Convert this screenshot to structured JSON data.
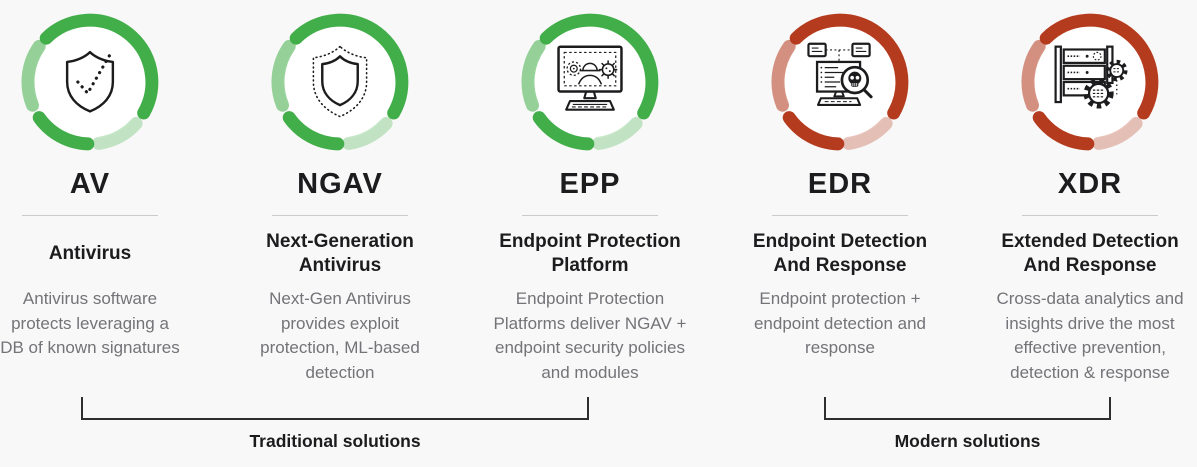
{
  "colors": {
    "background": "#f8f8f8",
    "accent_green": "#42ae49",
    "accent_red": "#b53b1e",
    "title_text": "#1c1c1e",
    "description_text": "#737378",
    "divider": "#cccccc",
    "bracket": "#2e2e2e"
  },
  "columns": [
    {
      "acronym": "AV",
      "name": "Antivirus",
      "description": "Antivirus software protects leveraging a DB of known signatures",
      "group": "traditional",
      "ring_color": "#42ae49",
      "icon": "shield-check-icon"
    },
    {
      "acronym": "NGAV",
      "name": "Next-Generation Antivirus",
      "description": "Next-Gen Antivirus provides exploit protection, ML-based detection",
      "group": "traditional",
      "ring_color": "#42ae49",
      "icon": "shield-outline-icon"
    },
    {
      "acronym": "EPP",
      "name": "Endpoint Protection Platform",
      "description": "Endpoint Protection Platforms deliver NGAV + endpoint security policies and modules",
      "group": "traditional",
      "ring_color": "#42ae49",
      "icon": "monitor-threats-icon"
    },
    {
      "acronym": "EDR",
      "name": "Endpoint Detection And Response",
      "description": "Endpoint protection + endpoint detection and response",
      "group": "modern",
      "ring_color": "#b53b1e",
      "icon": "monitor-investigation-icon"
    },
    {
      "acronym": "XDR",
      "name": "Extended Detection And Response",
      "description": "Cross-data analytics and insights drive the most effective prevention, detection & response",
      "group": "modern",
      "ring_color": "#b53b1e",
      "icon": "server-gears-icon"
    }
  ],
  "groups": {
    "traditional": {
      "label": "Traditional solutions"
    },
    "modern": {
      "label": "Modern solutions"
    }
  }
}
